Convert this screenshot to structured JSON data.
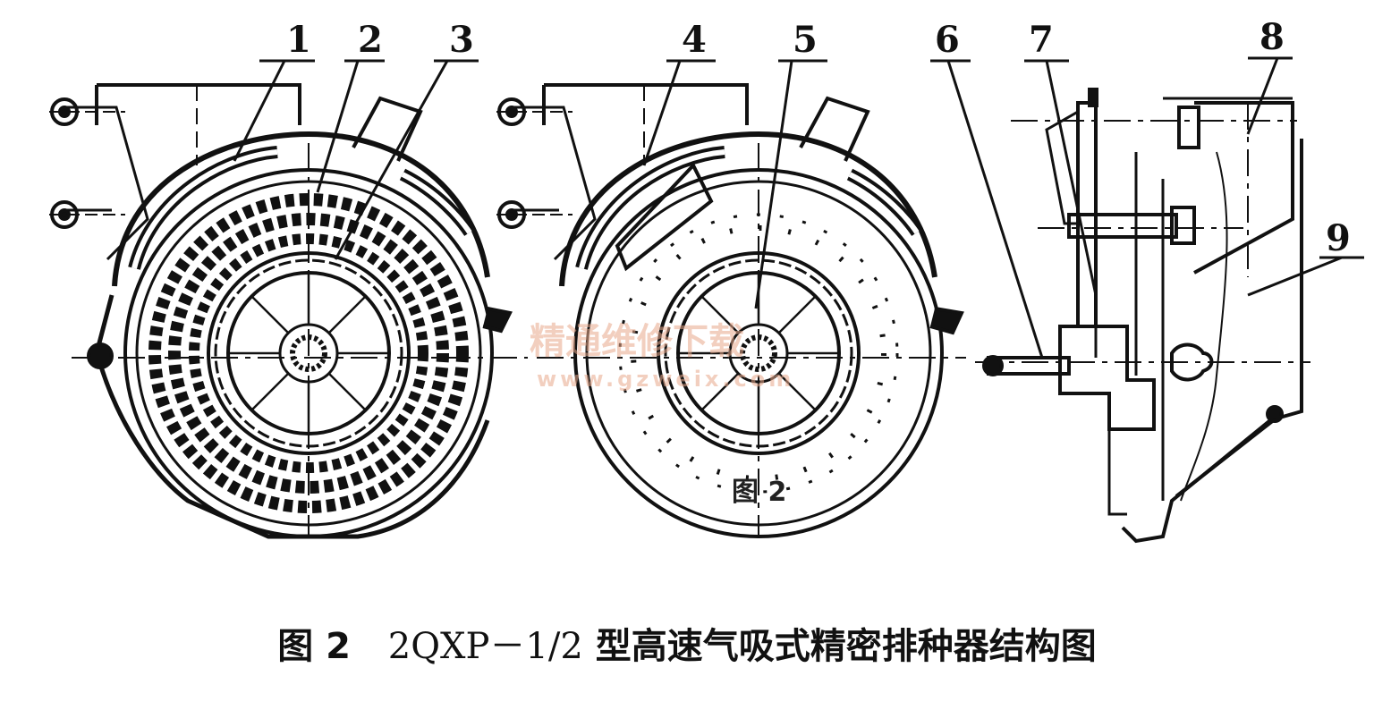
{
  "figure": {
    "caption_number": "图 2",
    "caption_model": "2QXP－1/2",
    "caption_title": "型高速气吸式精密排种器结构图",
    "inner_label": "图 2",
    "watermark_cn": "精通维修下载",
    "watermark_url": "www.gzweix.com"
  },
  "labels": [
    "1",
    "2",
    "3",
    "4",
    "5",
    "6",
    "7",
    "8",
    "9"
  ]
}
